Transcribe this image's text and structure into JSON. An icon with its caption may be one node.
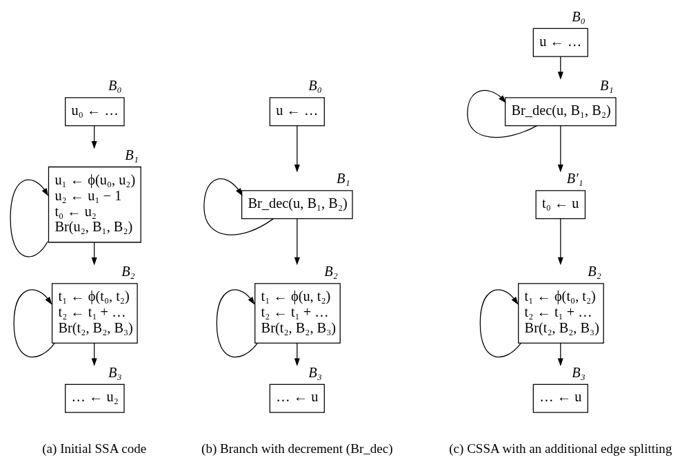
{
  "diagram": {
    "nodes": [
      {
        "text": [
          "u₀ ← …"
        ],
        "beside": [
          "B₀"
        ]
      },
      {
        "text": [
          "u₁ ← ϕ(u₀, u₂)",
          "u₂ ← u₁ − 1",
          "t₀ ← u₂",
          "Br(u₂, B₁, B₂)"
        ],
        "beside": [
          "B₁"
        ]
      },
      {
        "text": [
          "t₁ ← ϕ(t₀, t₂)",
          "t₂ ← t₁ + …",
          "Br(t₂, B₂, B₃)"
        ],
        "beside": [
          "B₂"
        ]
      },
      {
        "text": [
          "… ← u₂"
        ],
        "beside": [
          "B₃"
        ]
      },
      {
        "text": [
          "u ← …"
        ],
        "beside": [
          "B₀"
        ]
      },
      {
        "text": [
          "Br_dec(u, B₁, B₂)"
        ],
        "beside": [
          "B₁"
        ]
      },
      {
        "text": [
          "t₁ ← ϕ(u, t₂)",
          "t₂ ← t₁ + …",
          "Br(t₂, B₂, B₃)"
        ],
        "beside": [
          "B₂"
        ]
      },
      {
        "text": [
          "… ← u"
        ],
        "beside": [
          "B₃"
        ]
      },
      {
        "text": [
          "u ← …"
        ],
        "beside": [
          "B₀"
        ]
      },
      {
        "text": [
          "Br_dec(u, B₁, B₂)"
        ],
        "beside": [
          "B₁"
        ]
      },
      {
        "text": [
          "t₀ ← u"
        ],
        "beside": [
          "B′₁"
        ]
      },
      {
        "text": [
          "t₁ ← ϕ(t₀, t₂)",
          "t₂ ← t₁ + …",
          "Br(t₂, B₂, B₃)"
        ],
        "beside": [
          "B₂"
        ]
      },
      {
        "text": [
          "… ← u"
        ],
        "beside": [
          "B₃"
        ]
      }
    ],
    "edges": [
      {
        "from": 0,
        "to": 1,
        "arrow": "to"
      },
      {
        "from": 1,
        "to": 1,
        "arrow": "to"
      },
      {
        "from": 1,
        "to": 2,
        "arrow": "to"
      },
      {
        "from": 2,
        "to": 2,
        "arrow": "to"
      },
      {
        "from": 2,
        "to": 3,
        "arrow": "to"
      },
      {
        "from": 4,
        "to": 5,
        "arrow": "to"
      },
      {
        "from": 5,
        "to": 5,
        "arrow": "to"
      },
      {
        "from": 5,
        "to": 6,
        "arrow": "to"
      },
      {
        "from": 6,
        "to": 6,
        "arrow": "to"
      },
      {
        "from": 6,
        "to": 7,
        "arrow": "to"
      },
      {
        "from": 8,
        "to": 9,
        "arrow": "to"
      },
      {
        "from": 9,
        "to": 9,
        "arrow": "to"
      },
      {
        "from": 9,
        "to": 10,
        "arrow": "to"
      },
      {
        "from": 10,
        "to": 11,
        "arrow": "to"
      },
      {
        "from": 11,
        "to": 11,
        "arrow": "to"
      },
      {
        "from": 11,
        "to": 12,
        "arrow": "to"
      }
    ],
    "labels": [
      "(a) Initial SSA code",
      "(b) Branch with decrement (Br_dec)",
      "(c) CSSA with an additional edge splitting"
    ]
  }
}
